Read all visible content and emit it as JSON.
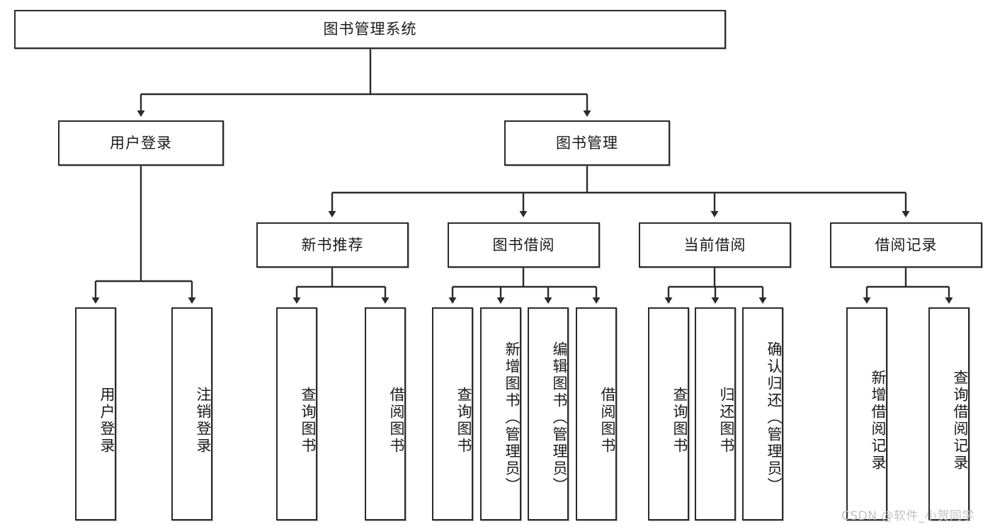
{
  "diagram": {
    "type": "tree-hierarchy",
    "title": "图书管理系统",
    "watermark": "CSDN @软件_小贺同学",
    "colors": {
      "border": "#2b2b2b",
      "background": "#ffffff",
      "text": "#1a1a1a",
      "watermark": "#c2c2c2"
    },
    "nodes": {
      "root": {
        "label": "图书管理系统"
      },
      "level2": [
        {
          "label": "用户登录"
        },
        {
          "label": "图书管理"
        }
      ],
      "level3": [
        {
          "label": "新书推荐"
        },
        {
          "label": "图书借阅"
        },
        {
          "label": "当前借阅"
        },
        {
          "label": "借阅记录"
        }
      ],
      "leaves_user_login": [
        {
          "label": "用户登录"
        },
        {
          "label": "注销登录"
        }
      ],
      "leaves_new_book": [
        {
          "label": "查询图书"
        },
        {
          "label": "借阅图书"
        }
      ],
      "leaves_borrow": [
        {
          "label": "查询图书"
        },
        {
          "label": "新增图书（管理员）"
        },
        {
          "label": "编辑图书（管理员）"
        },
        {
          "label": "借阅图书"
        }
      ],
      "leaves_current": [
        {
          "label": "查询图书"
        },
        {
          "label": "归还图书"
        },
        {
          "label": "确认归还（管理员）"
        }
      ],
      "leaves_record": [
        {
          "label": "新增借阅记录"
        },
        {
          "label": "查询借阅记录"
        }
      ]
    }
  }
}
